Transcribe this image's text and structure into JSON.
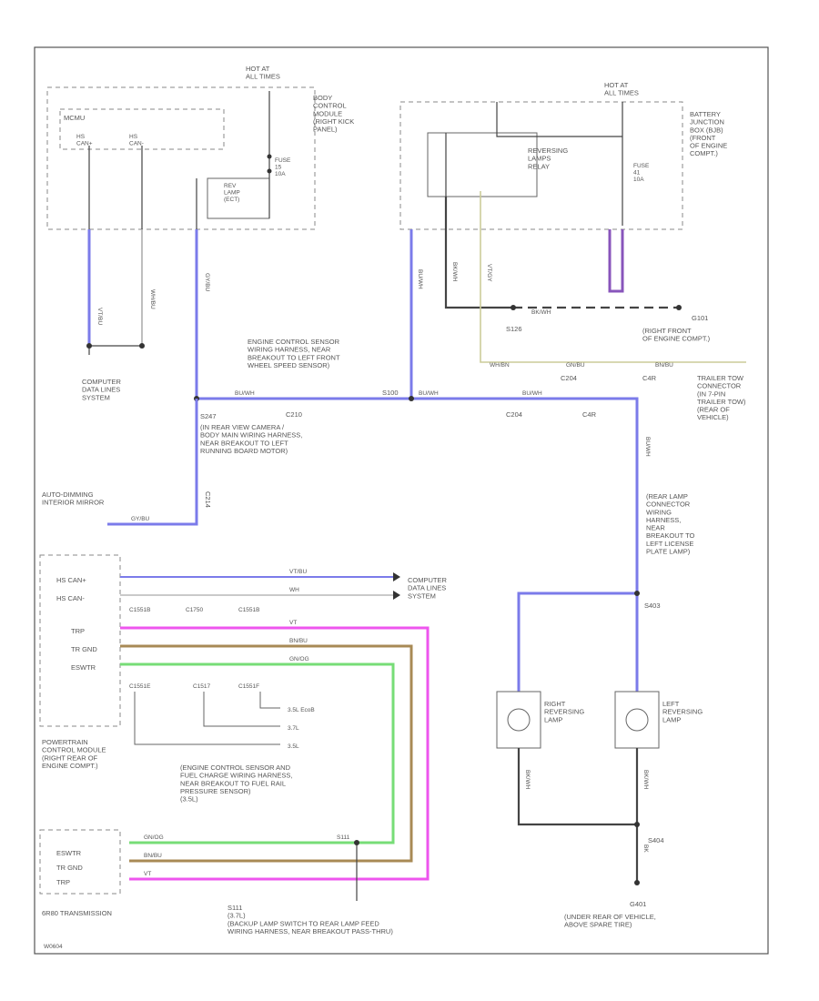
{
  "diagram": {
    "footer_code": "W0604",
    "colors": {
      "black": "#444444",
      "blue": "#7b7bea",
      "gray": "#b8b8b8",
      "pink": "#ee55ee",
      "brown": "#a88a55",
      "green": "#77dd77",
      "yellow": "#cccc99",
      "violet": "#8855bb"
    },
    "hot_at_left": "HOT AT\nALL TIMES",
    "hot_at_right": "HOT AT\nALL TIMES",
    "bcm": {
      "label": "BODY\nCONTROL\nMODULE\n(RIGHT KICK\nPANEL)",
      "inner": "MCMU",
      "hs_can_plus": "HS\nCAN+",
      "hs_can_minus": "HS\nCAN-",
      "rev_lamp": "REV\nLAMP\n(ECT)",
      "fuse": "FUSE\n15\n10A"
    },
    "bjb": {
      "label": "BATTERY\nJUNCTION\nBOX (BJB)\n(FRONT\nOF ENGINE\nCOMPT.)",
      "relay": "REVERSING\nLAMPS\nRELAY",
      "fuse": "FUSE\n41\n10A"
    },
    "wire_labels": {
      "cdl1": "VT/BU",
      "cdl2": "WH/BU",
      "cdl3": "GY/BU",
      "w_blk_bu": "BU/WH",
      "w_bk": "BK/WH",
      "w_vt": "VT/GY",
      "w_gn": "GN/OG",
      "bk_ground": "BK/WH",
      "tr_w1": "WH/BN",
      "tr_w2": "GN/BU",
      "tr_w3": "BN/BU",
      "g_wire": "GY/BU",
      "main1": "BU/WH",
      "main2": "BU/WH",
      "main3": "BU/WH",
      "rear_v": "BU/WH",
      "rev_left_bk": "BK/WH",
      "rev_right_bk": "BK/WH",
      "gnd_bk": "BK",
      "can1": "VT/BU",
      "can2": "WH",
      "pcm_w1": "VT",
      "pcm_w2": "BN/BU",
      "pcm_w3": "GN/OG",
      "trans_w1": "GN/OG",
      "trans_w2": "BN/BU",
      "trans_w3": "VT"
    },
    "computer_data_lines_top": "COMPUTER\nDATA LINES\nSYSTEM",
    "ecs_harness_top": "ENGINE CONTROL SENSOR\nWIRING HARNESS, NEAR\nBREAKOUT TO LEFT FRONT\nWHEEL SPEED SENSOR)",
    "s100": "S100",
    "s126": "S126",
    "g101": "G101",
    "g101_desc": "(RIGHT FRONT\nOF ENGINE COMPT.)",
    "c210": "C210",
    "c204": "C204",
    "c4r": "C4R",
    "s247": "S247",
    "s247_desc": "(IN REAR VIEW CAMERA /\nBODY MAIN WIRING HARNESS,\nNEAR BREAKOUT TO LEFT\nRUNNING BOARD MOTOR)",
    "trailer_tow": "TRAILER TOW\nCONNECTOR\n(IN 7-PIN\nTRAILER TOW)\n(REAR OF\nVEHICLE)",
    "auto_dimming": "AUTO-DIMMING\nINTERIOR MIRROR",
    "c214": "C214",
    "rear_lamp_conn": "(REAR LAMP\nCONNECTOR\nWIRING\nHARNESS,\nNEAR\nBREAKOUT TO\nLEFT LICENSE\nPLATE LAMP)",
    "s403": "S403",
    "right_rev": "RIGHT\nREVERSING\nLAMP",
    "left_rev": "LEFT\nREVERSING\nLAMP",
    "s404": "S404",
    "g401": "G401",
    "g401_desc": "(UNDER REAR OF VEHICLE,\nABOVE SPARE TIRE)",
    "pcm": {
      "hs_can_plus": "HS CAN+",
      "hs_can_minus": "HS CAN-",
      "c1551b": "C1551B",
      "c1750": "C1750",
      "c1551b2": "C1551B",
      "trp": "TRP",
      "tr_gnd": "TR GND",
      "eswtr": "ESWTR",
      "c1551e": "C1551E",
      "c1517": "C1517",
      "c1551f": "C1551F",
      "eng_35eco": "3.5L EcoB",
      "eng_37": "3.7L",
      "eng_35": "3.5L",
      "label": "POWERTRAIN\nCONTROL MODULE\n(RIGHT REAR OF\nENGINE COMPT.)",
      "cdl_label": "COMPUTER\nDATA LINES\nSYSTEM"
    },
    "ecs_harness_bottom": "(ENGINE CONTROL SENSOR AND\nFUEL CHARGE WIRING HARNESS,\nNEAR BREAKOUT TO FUEL RAIL\nPRESSURE SENSOR)\n(3.5L)",
    "s111": "S111",
    "trans": {
      "eswtr": "ESWTR",
      "tr_gnd": "TR GND",
      "trp": "TRP",
      "label": "6R80 TRANSMISSION"
    },
    "bottom_note": "S111\n(3.7L)\n(BACKUP LAMP SWITCH TO REAR LAMP FEED\nWIRING HARNESS, NEAR BREAKOUT PASS-THRU)"
  }
}
